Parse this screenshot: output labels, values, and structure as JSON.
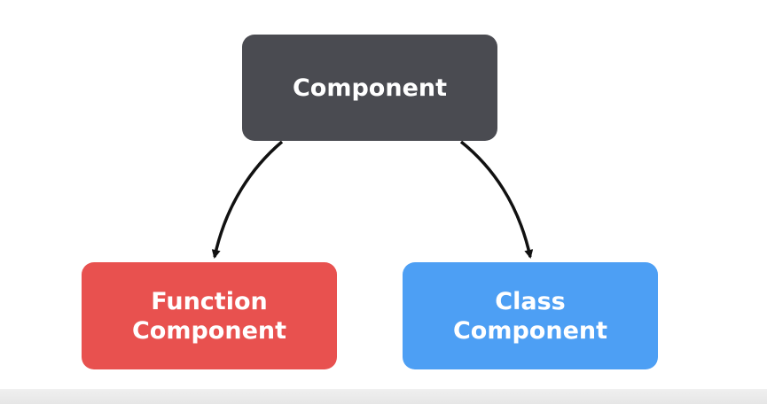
{
  "diagram": {
    "root": {
      "label": "Component"
    },
    "children": [
      {
        "lines": [
          "Function",
          "Component"
        ],
        "color": "#e8514f"
      },
      {
        "lines": [
          "Class",
          "Component"
        ],
        "color": "#4d9ff4"
      }
    ],
    "root_color": "#4a4b51",
    "edges": [
      {
        "from": "Component",
        "to": "Function Component"
      },
      {
        "from": "Component",
        "to": "Class Component"
      }
    ]
  }
}
